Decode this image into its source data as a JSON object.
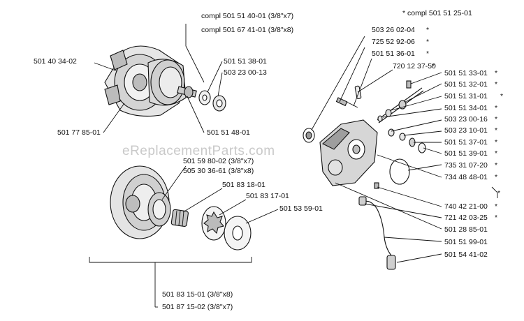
{
  "watermark": "eReplacementParts.com",
  "labels": {
    "compl_a": "compl 501 51 40-01 (3/8\"x7)",
    "compl_b": "compl 501 67 41-01 (3/8\"x8)",
    "p_501403402": "501 40 34-02",
    "p_501513801": "501 51 38-01",
    "p_503230013": "503 23 00-13",
    "p_501778501": "501 77 85-01",
    "p_501514801": "501 51 48-01",
    "p_501598002": "501 59 80-02 (3/8\"x7)",
    "p_505303661": "505 30 36-61 (3/8\"x8)",
    "p_501831801": "501 83 18-01",
    "p_501831701": "501 83 17-01",
    "p_501535901": "501 53 59-01",
    "p_501831501": "501 83 15-01 (3/8\"x8)",
    "p_501871502": "501 87 15-02 (3/8\"x7)",
    "compl_right": "* compl 501 51 25-01",
    "p_503260204": "503 26 02-04",
    "p_725529206": "725 52 92-06",
    "p_501513601": "501 51 36-01",
    "p_720123750": "720 12 37-50",
    "p_501513301": "501 51 33-01",
    "p_501513201": "501 51 32-01",
    "p_501513101": "501 51 31-01",
    "p_501513401": "501 51 34-01",
    "p_503230016": "503 23 00-16",
    "p_503231001": "503 23 10-01",
    "p_501513701": "501 51 37-01",
    "p_501513901": "501 51 39-01",
    "p_735310720": "735 31 07-20",
    "p_734484801": "734 48 48-01",
    "p_740422100": "740 42 21-00",
    "p_721420325": "721 42 03-25",
    "p_501288501": "501 28 85-01",
    "p_501519901": "501 51 99-01",
    "p_501544102": "501 54 41-02",
    "asterisk": "*"
  }
}
